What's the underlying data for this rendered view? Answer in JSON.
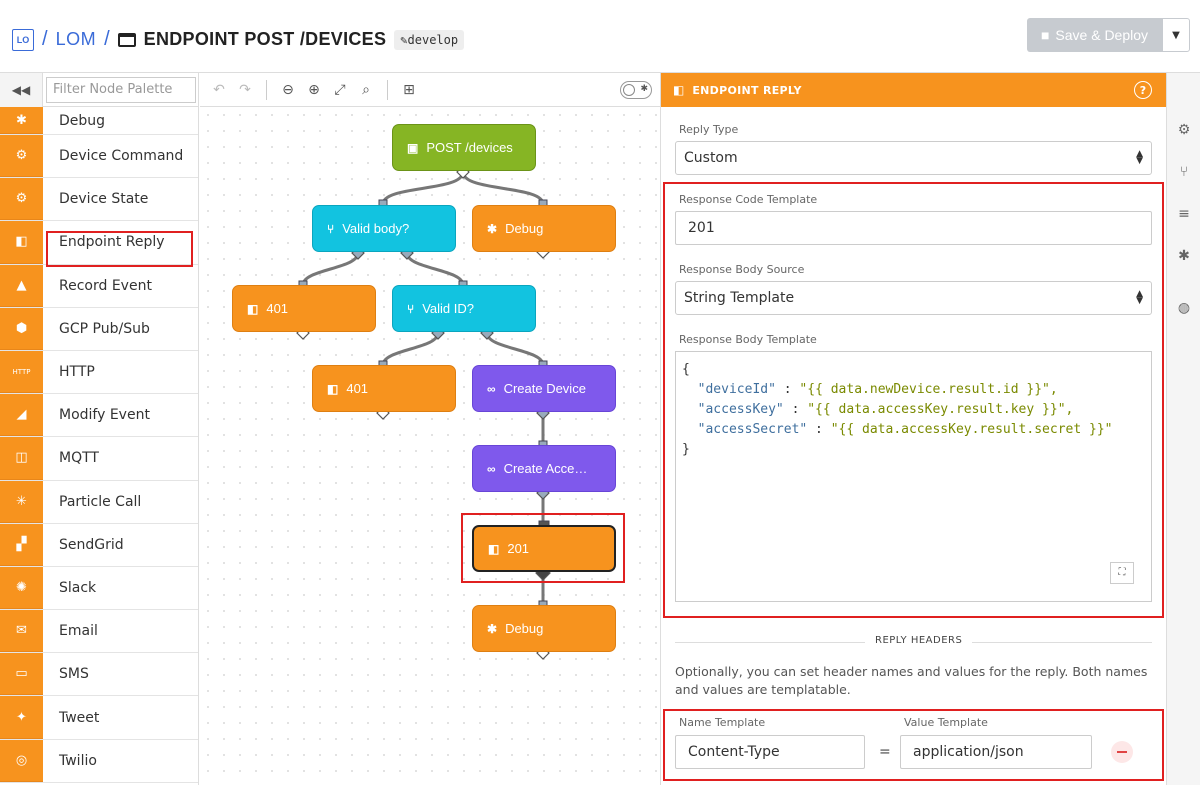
{
  "header": {
    "app_badge": "LO",
    "project": "LOM",
    "title": "ENDPOINT POST /DEVICES",
    "version": "develop",
    "deploy_label": "Save & Deploy"
  },
  "palette": {
    "filter_placeholder": "Filter Node Palette",
    "items": [
      {
        "label": "Debug",
        "icon": "bug-icon"
      },
      {
        "label": "Device Command",
        "icon": "device-command-icon"
      },
      {
        "label": "Device State",
        "icon": "device-state-icon"
      },
      {
        "label": "Endpoint Reply",
        "icon": "endpoint-reply-icon"
      },
      {
        "label": "Record Event",
        "icon": "record-event-icon"
      },
      {
        "label": "GCP Pub/Sub",
        "icon": "gcp-icon"
      },
      {
        "label": "HTTP",
        "icon": "http-icon"
      },
      {
        "label": "Modify Event",
        "icon": "modify-event-icon"
      },
      {
        "label": "MQTT",
        "icon": "mqtt-icon"
      },
      {
        "label": "Particle Call",
        "icon": "particle-icon"
      },
      {
        "label": "SendGrid",
        "icon": "sendgrid-icon"
      },
      {
        "label": "Slack",
        "icon": "slack-icon"
      },
      {
        "label": "Email",
        "icon": "email-icon"
      },
      {
        "label": "SMS",
        "icon": "sms-icon"
      },
      {
        "label": "Tweet",
        "icon": "twitter-icon"
      },
      {
        "label": "Twilio",
        "icon": "twilio-icon"
      }
    ]
  },
  "workflow": {
    "nodes": {
      "trigger": "POST /devices",
      "valid_body": "Valid body?",
      "debug1": "Debug",
      "reply401a": "401",
      "valid_id": "Valid ID?",
      "reply401b": "401",
      "create_device": "Create Device",
      "create_access": "Create Acce…",
      "reply201": "201",
      "debug2": "Debug"
    }
  },
  "panel": {
    "title": "ENDPOINT REPLY",
    "reply_type_label": "Reply Type",
    "reply_type_value": "Custom",
    "code_template_label": "Response Code Template",
    "code_template_value": "201",
    "body_source_label": "Response Body Source",
    "body_source_value": "String Template",
    "body_template_label": "Response Body Template",
    "body": {
      "open": "{",
      "l1k": "\"deviceId\"",
      "l1v": "\"{{ data.newDevice.result.id }}\",",
      "l2k": "\"accessKey\"",
      "l2v": "\"{{ data.accessKey.result.key }}\",",
      "l3k": "\"accessSecret\"",
      "l3v": "\"{{ data.accessKey.result.secret }}\"",
      "close": "}"
    },
    "headers_section": "REPLY HEADERS",
    "headers_help": "Optionally, you can set header names and values for the reply. Both names and values are templatable.",
    "name_template_label": "Name Template",
    "value_template_label": "Value Template",
    "header_name": "Content-Type",
    "header_value": "application/json"
  },
  "colors": {
    "accent_orange": "#f7931e",
    "link_blue": "#3a6bd8",
    "highlight_red": "#e02020"
  }
}
